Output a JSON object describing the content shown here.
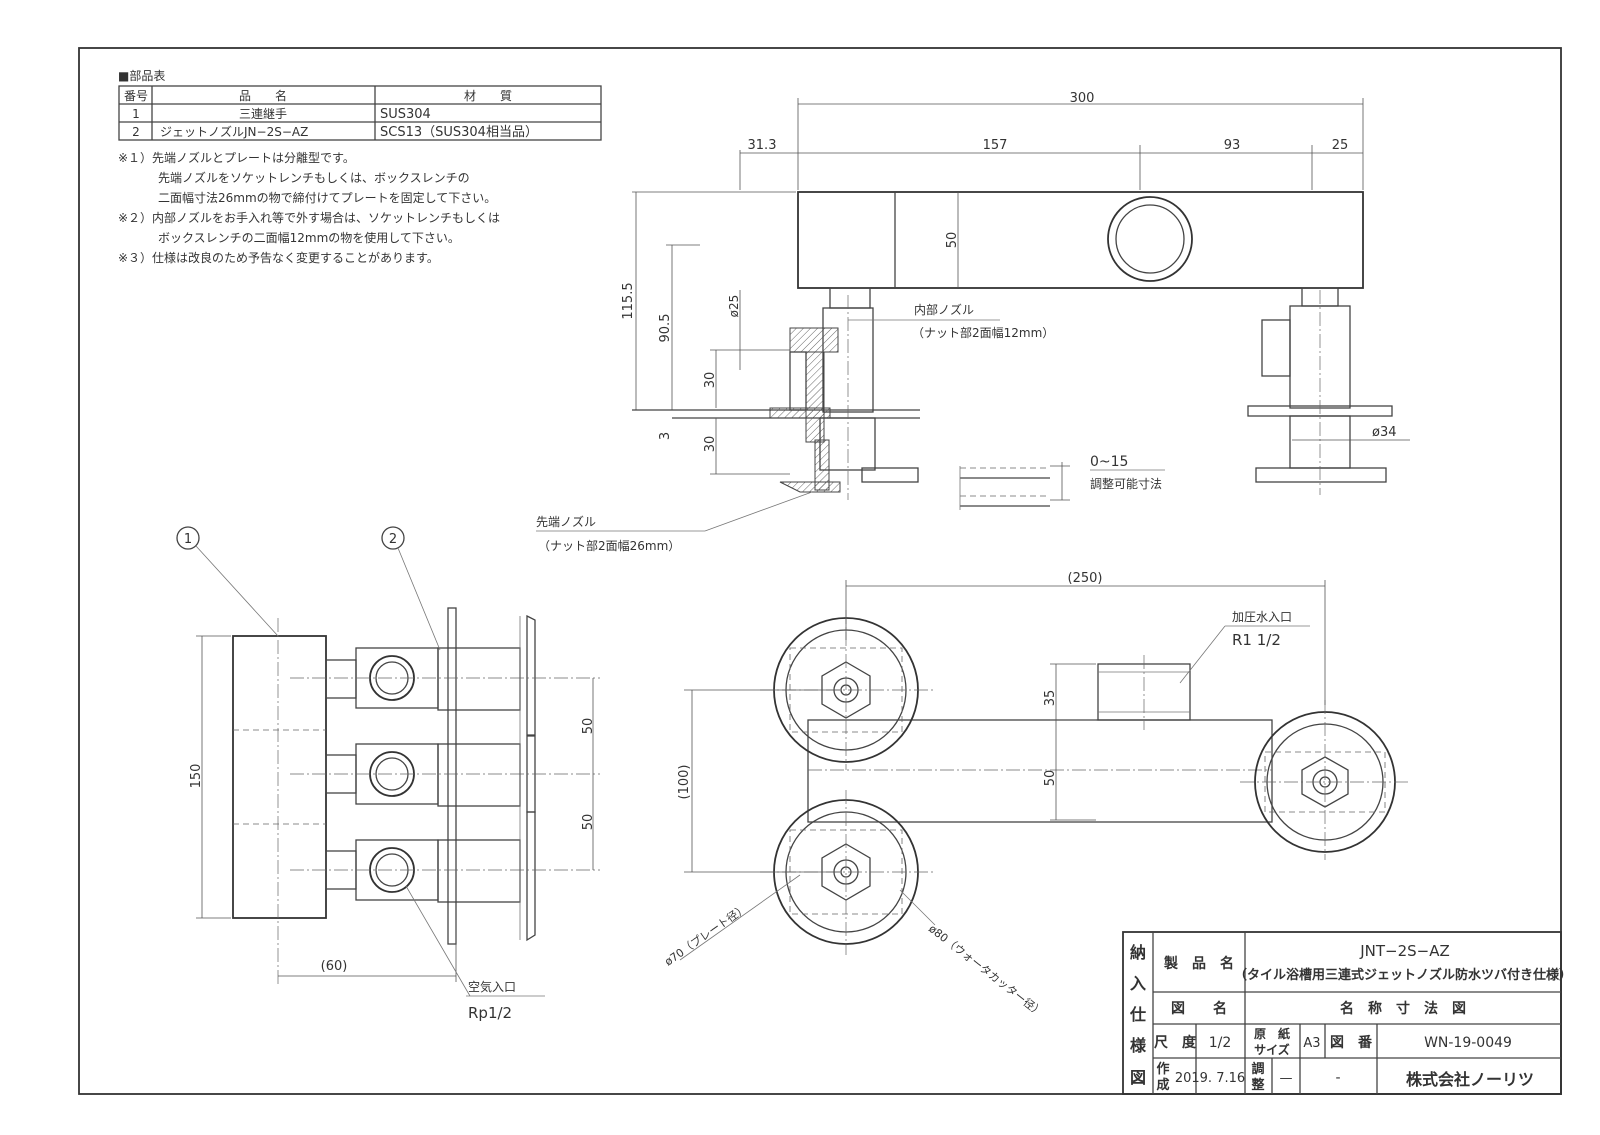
{
  "parts_table": {
    "title": "■部品表",
    "headers": [
      "番号",
      "品　　名",
      "材　　質"
    ],
    "rows": [
      {
        "no": "1",
        "name": "三連継手",
        "material": "SUS304"
      },
      {
        "no": "2",
        "name": "ジェットノズルJN−2S−AZ",
        "material": "SCS13（SUS304相当品）"
      }
    ]
  },
  "notes": [
    "※１）先端ノズルとプレートは分離型です。",
    "先端ノズルをソケットレンチもしくは、ボックスレンチの",
    "二面幅寸法26mmの物で締付けてプレートを固定して下さい。",
    "※２）内部ノズルをお手入れ等で外す場合は、ソケットレンチもしくは",
    "ボックスレンチの二面幅12mmの物を使用して下さい。",
    "※３）仕様は改良のため予告なく変更することがあります。"
  ],
  "dimensions": {
    "d300": "300",
    "d31_3": "31.3",
    "d157": "157",
    "d93": "93",
    "d25": "25",
    "d50_top": "50",
    "d115_5": "115.5",
    "d90_5": "90.5",
    "phi25": "ø25",
    "d30a": "30",
    "d3": "3",
    "d30b": "30",
    "phi34": "ø34",
    "d0_15": "0~15",
    "d250": "(250)",
    "d35": "35",
    "d50_plan": "50",
    "d100": "(100)",
    "d150": "150",
    "d50_l1": "50",
    "d50_l2": "50",
    "d60": "(60)",
    "phi70": "ø70（プレート径）",
    "phi80": "ø80（ウォータカッター径）"
  },
  "callouts": {
    "inner_nozzle": "内部ノズル",
    "inner_nozzle_sub": "（ナット部2面幅12mm）",
    "adjustable": "調整可能寸法",
    "tip_nozzle": "先端ノズル",
    "tip_nozzle_sub": "（ナット部2面幅26mm）",
    "pressure_inlet": "加圧水入口",
    "pressure_inlet_size": "R1 1/2",
    "air_inlet": "空気入口",
    "air_inlet_size": "Rp1/2",
    "balloon_1": "1",
    "balloon_2": "2"
  },
  "title_block": {
    "vertical_label": [
      "納",
      "入",
      "仕",
      "様",
      "図"
    ],
    "product_name_label": "製　品　名",
    "product_code": "JNT−2S−AZ",
    "product_desc": "（タイル浴槽用三連式ジェットノズル防水ツバ付き仕様）",
    "drawing_name_label": "図　　名",
    "drawing_name": "名　称　寸　法　図",
    "scale_label": "尺　度",
    "scale": "1/2",
    "paper_label_1": "原　紙",
    "paper_label_2": "サイズ",
    "paper_size": "A3",
    "drawing_no_label": "図　番",
    "drawing_no": "WN-19-0049",
    "created_label_1": "作",
    "created_label_2": "成",
    "created_date": "2019. 7.16",
    "adjust_label_1": "調",
    "adjust_label_2": "整",
    "adjust_value": "—",
    "dash": "-",
    "company": "株式会社ノーリツ"
  }
}
